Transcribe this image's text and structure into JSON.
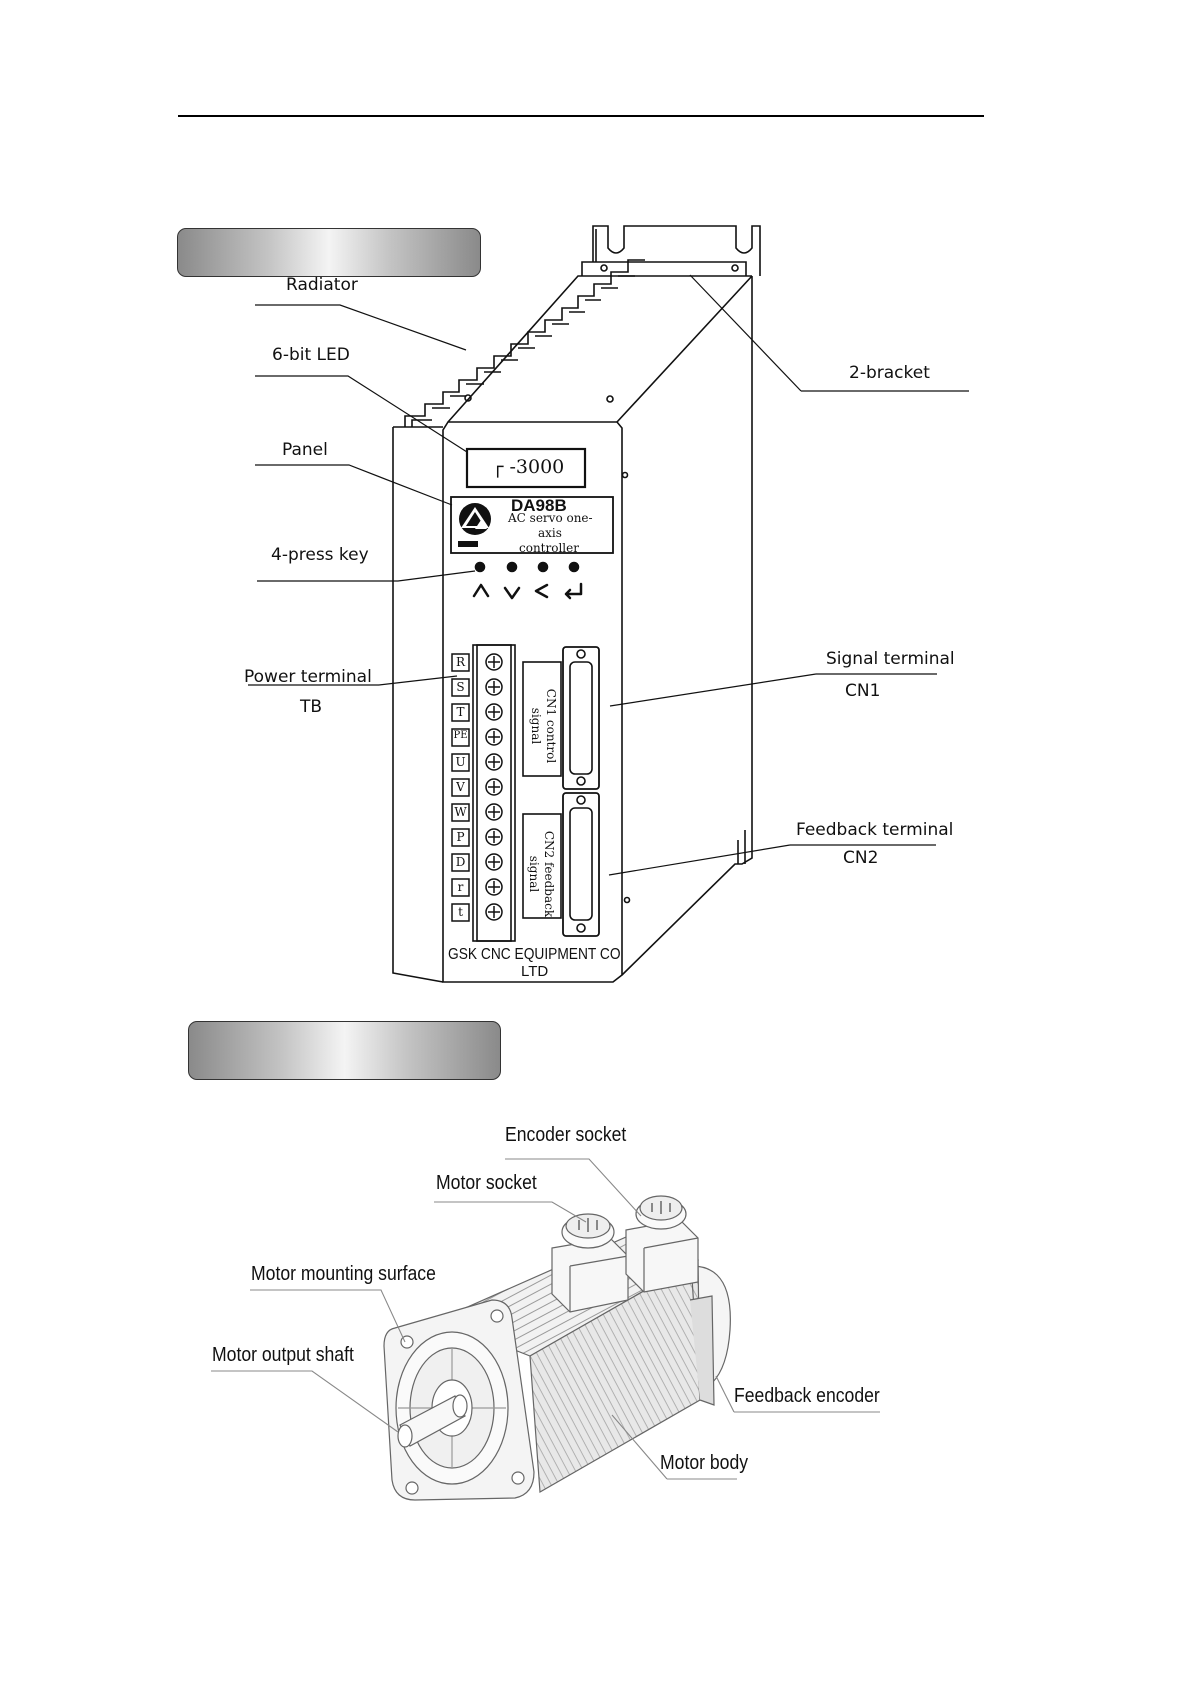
{
  "controller_labels": {
    "radiator": "Radiator",
    "led": "6-bit LED",
    "panel": "Panel",
    "keys": "4-press key",
    "power_terminal": "Power terminal",
    "power_terminal_code": "TB",
    "bracket": "2-bracket",
    "signal_terminal": "Signal terminal",
    "signal_terminal_code": "CN1",
    "feedback_terminal": "Feedback terminal",
    "feedback_terminal_code": "CN2"
  },
  "device": {
    "display_value": "┌ -3000",
    "model": "DA98B",
    "description_line1": "AC servo one-",
    "description_line2": "axis",
    "description_line3": "controller",
    "terminals": [
      "R",
      "S",
      "T",
      "PE",
      "U",
      "V",
      "W",
      "P",
      "D",
      "r",
      "t"
    ],
    "cn1_text": "CN1 control signal",
    "cn2_text": "CN2 feedback signal",
    "maker_line1": "GSK CNC EQUIPMENT CO",
    "maker_line2": "LTD"
  },
  "motor_labels": {
    "encoder_socket": "Encoder socket",
    "motor_socket": "Motor socket",
    "mounting_surface": "Motor mounting surface",
    "output_shaft": "Motor output shaft",
    "feedback_encoder": "Feedback encoder",
    "motor_body": "Motor body"
  },
  "colors": {
    "line": "#111111",
    "gray_line": "#777777"
  },
  "icons": {
    "key_up": "arrow-up-icon",
    "key_down": "arrow-down-icon",
    "key_left": "arrow-left-icon",
    "key_enter": "enter-icon",
    "logo": "gsk-logo-icon"
  }
}
